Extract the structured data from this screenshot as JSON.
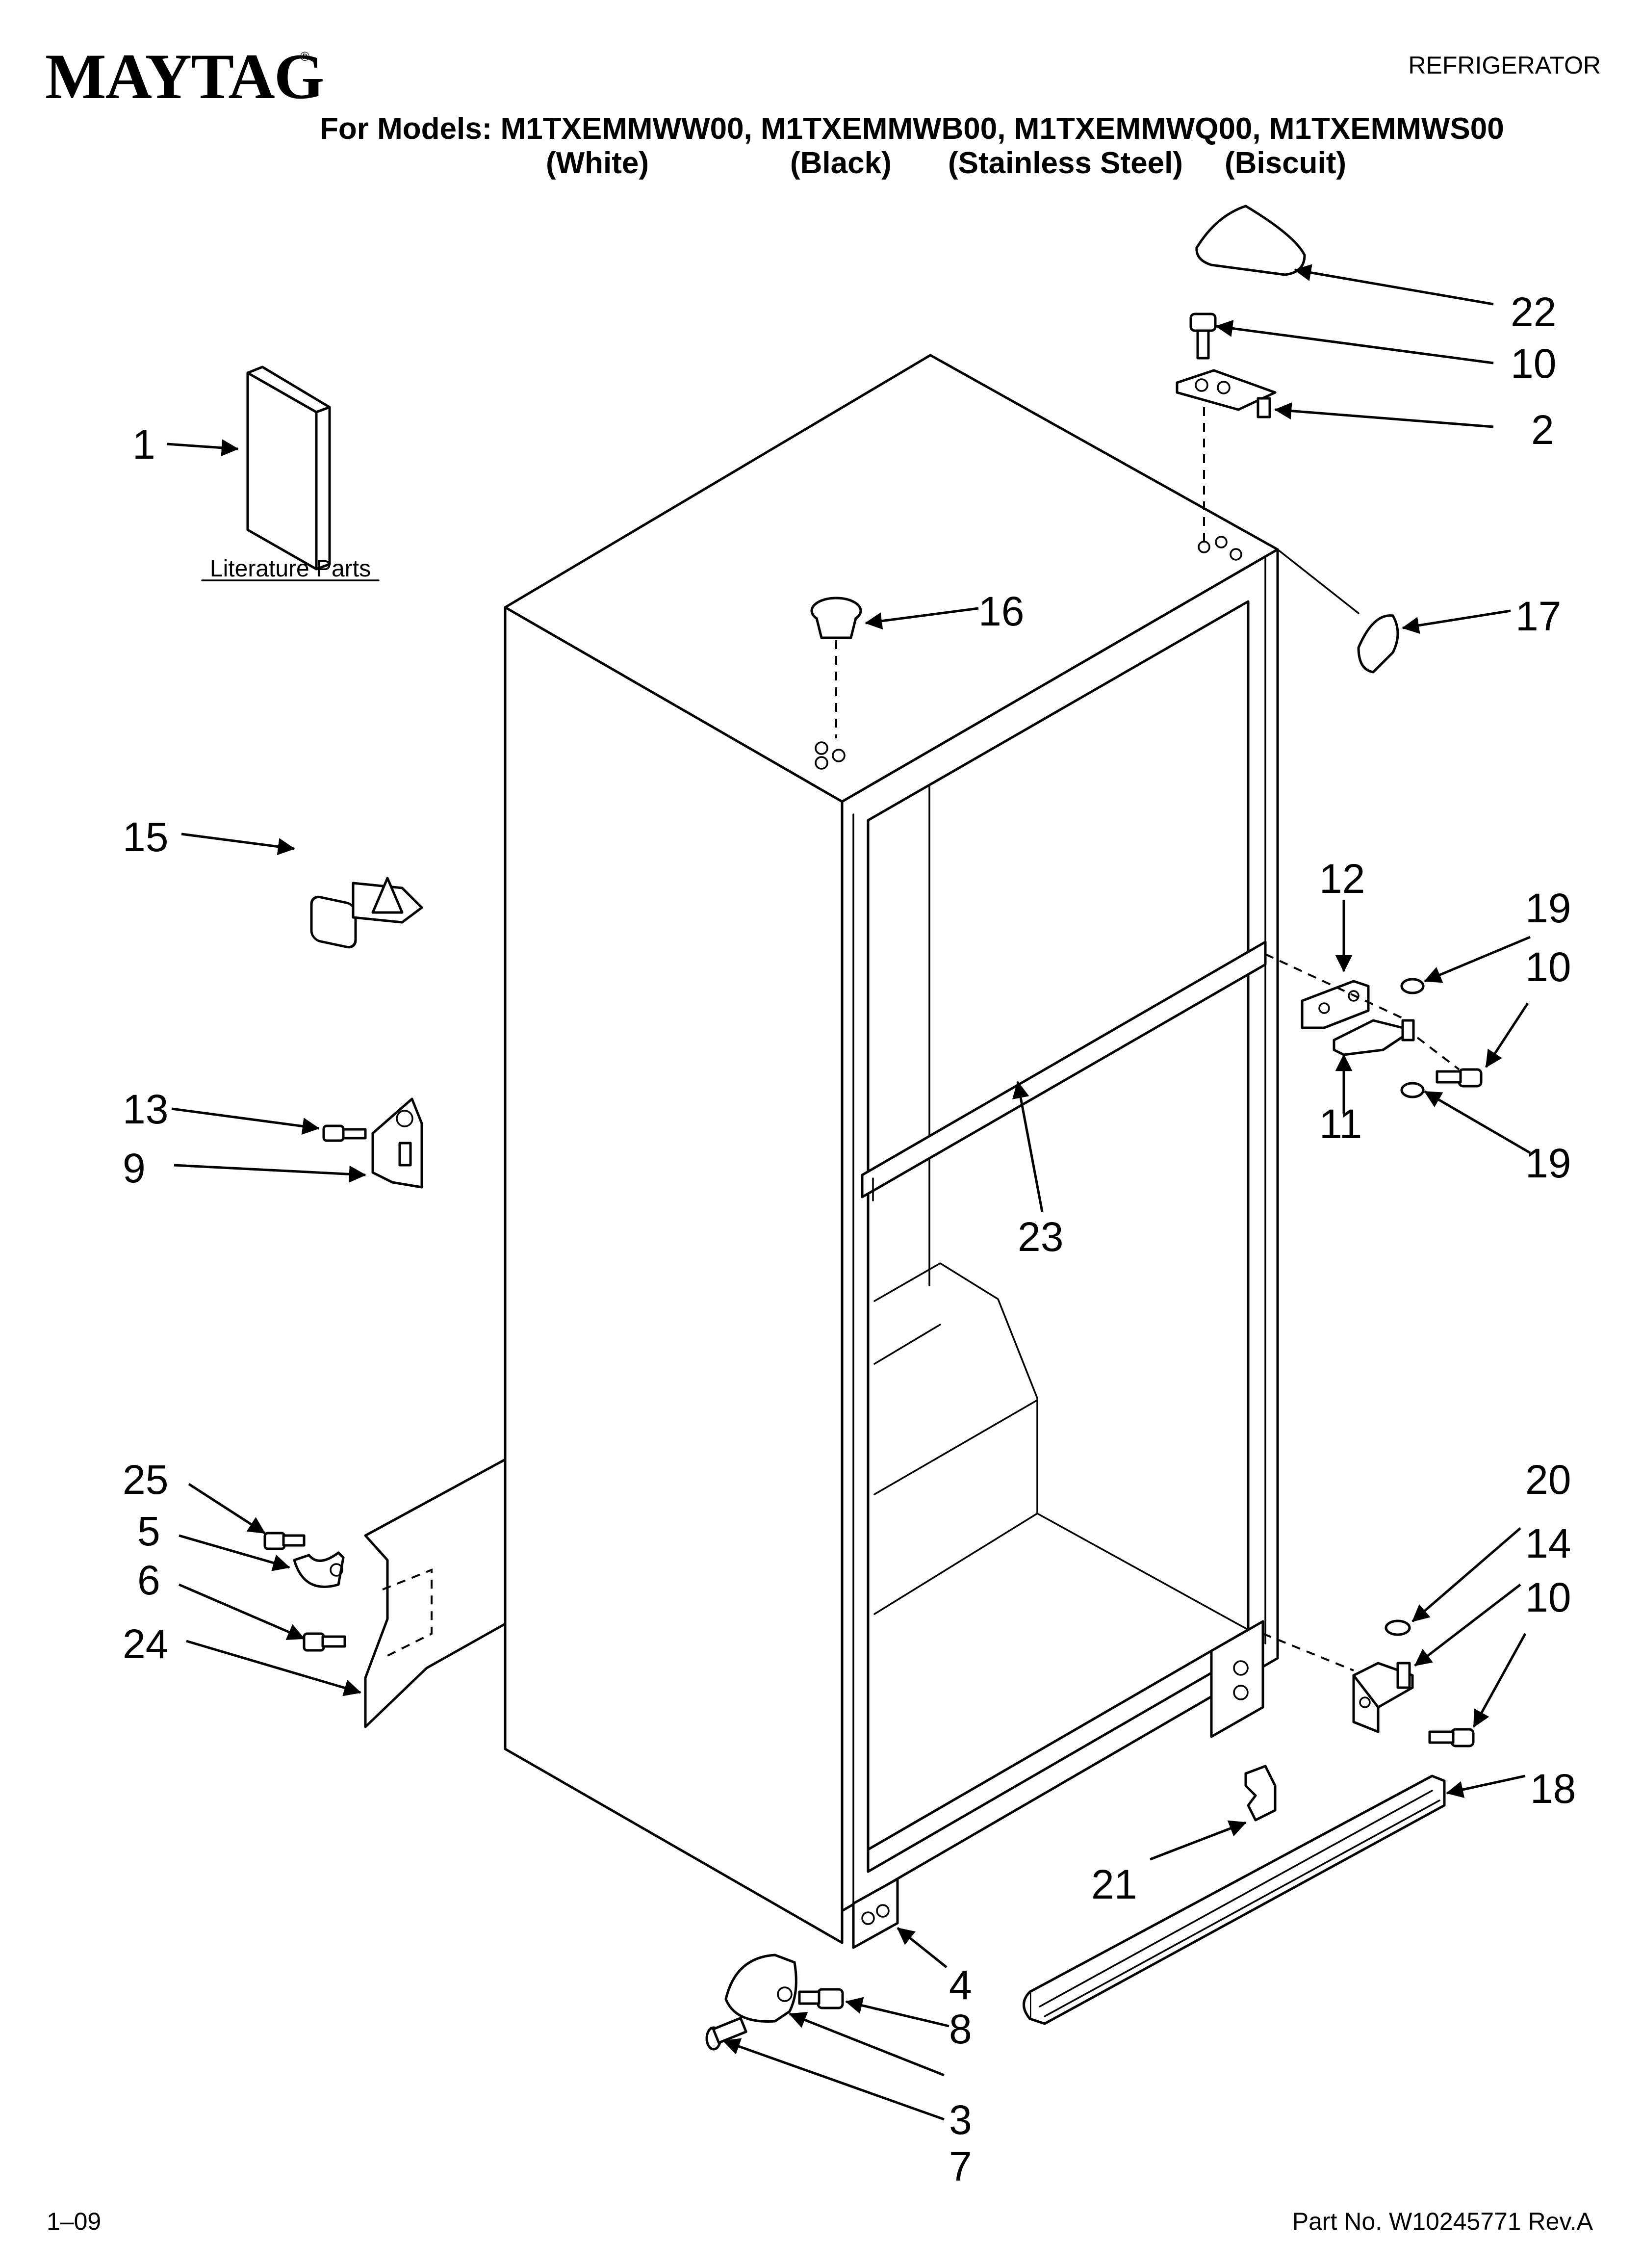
{
  "header": {
    "brand": "MAYTAG",
    "registered_mark": "®",
    "category": "REFRIGERATOR",
    "models_line": "For Models: M1TXEMMWW00, M1TXEMMWB00, M1TXEMMWQ00, M1TXEMMWS00",
    "colors": [
      "(White)",
      "(Black)",
      "(Stainless Steel)",
      "(Biscuit)"
    ]
  },
  "literature_label": "Literature Parts",
  "callouts": {
    "c1": "1",
    "c2": "2",
    "c3": "3",
    "c4": "4",
    "c5": "5",
    "c6": "6",
    "c7": "7",
    "c8": "8",
    "c9": "9",
    "c10a": "10",
    "c10b": "10",
    "c10c": "10",
    "c11": "11",
    "c12": "12",
    "c13": "13",
    "c14": "14",
    "c15": "15",
    "c16": "16",
    "c17": "17",
    "c18": "18",
    "c19a": "19",
    "c19b": "19",
    "c20": "20",
    "c21": "21",
    "c22": "22",
    "c23": "23",
    "c24": "24",
    "c25": "25"
  },
  "footer": {
    "date_code": "1–09",
    "part_number": "Part No. W10245771 Rev.A"
  }
}
